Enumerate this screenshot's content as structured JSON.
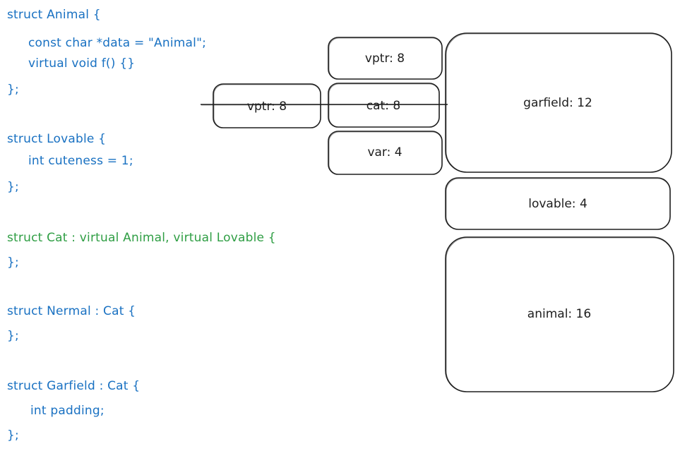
{
  "diagram": {
    "title": "C++ virtual inheritance memory layout",
    "colors": {
      "code_default": "#1971c2",
      "code_highlight": "#2f9e44",
      "stroke": "#1e1e1e",
      "background": "#ffffff"
    },
    "code": {
      "animal": {
        "header": "struct Animal {",
        "members": [
          "const char *data = \"Animal\";",
          "virtual void f() {}"
        ],
        "footer": "};"
      },
      "lovable": {
        "header": "struct Lovable {",
        "members": [
          "int cuteness = 1;"
        ],
        "footer": "};"
      },
      "cat": {
        "header": "struct Cat : virtual Animal, virtual Lovable {",
        "footer": "};",
        "highlighted": true
      },
      "nermal": {
        "header": "struct Nermal : Cat {",
        "footer": "};"
      },
      "garfield": {
        "header": "struct Garfield : Cat {",
        "members": [
          "int padding;"
        ],
        "footer": "};"
      }
    },
    "layout_boxes": {
      "struck_vptr": {
        "label": "vptr: 8",
        "struck_through": true
      },
      "vptr": {
        "label": "vptr: 8"
      },
      "cat": {
        "label": "cat: 8",
        "struck_through": true
      },
      "var": {
        "label": "var: 4"
      },
      "garfield": {
        "label": "garfield: 12"
      },
      "lovable": {
        "label": "lovable: 4"
      },
      "animal": {
        "label": "animal: 16"
      }
    }
  }
}
